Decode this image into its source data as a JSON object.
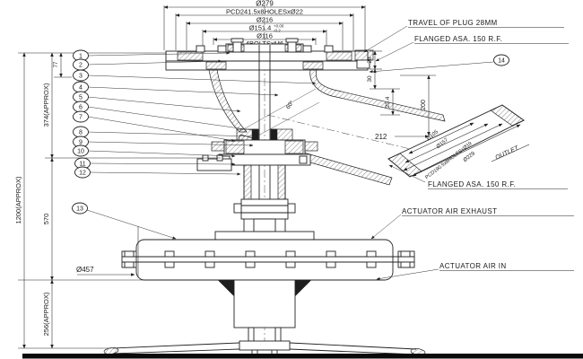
{
  "top_dimensions": {
    "d279": "Ø279",
    "pcd": "PCD241.5x8HOLESxØ22",
    "d216": "Ø216",
    "d151": "Ø151.4",
    "d151_tol_upper": "+0.00",
    "d151_tol_lower": "-0.2",
    "d116": "Ø116",
    "bolts": "4BOLTSxM6"
  },
  "notes": {
    "travel_of_plug": "TRAVEL OF PLUG 28MM",
    "flanged_top": "FLANGED ASA. 150 R.F.",
    "flanged_outlet": "FLANGED ASA. 150 R.F.",
    "actuator_air_exhaust": "ACTUATOR AIR EXHAUST",
    "actuator_air_in": "ACTUATOR AIR IN",
    "outlet": "OUTLET"
  },
  "vertical_dimensions": {
    "overall": "1200(APPROX)",
    "upper": "374(APPROX)",
    "middle": "570",
    "lower": "256(APPROX)",
    "flange_offset": "77"
  },
  "right_dimensions": {
    "travel": "28",
    "flange_step": "30",
    "raised_face": "25.4",
    "outlet_drop": "200",
    "outlet_reach": "212",
    "seat_angle": "60°"
  },
  "outlet_flange_dimensions": {
    "bore": "Ø105",
    "raised_face": "Ø157",
    "pcd": "PCD190.5x8HOLESxØ19",
    "od": "Ø229"
  },
  "actuator": {
    "diameter": "Ø457"
  },
  "balloons": [
    "1",
    "2",
    "3",
    "4",
    "5",
    "6",
    "7",
    "8",
    "9",
    "10",
    "11",
    "12",
    "13",
    "14"
  ]
}
